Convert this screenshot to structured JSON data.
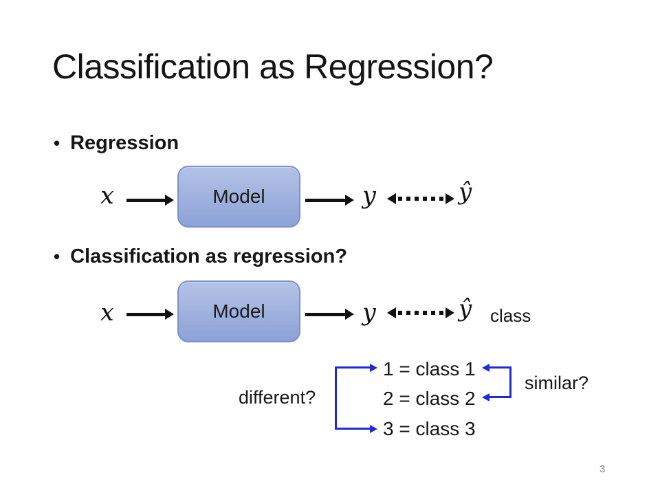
{
  "slide": {
    "title": "Classification as Regression?",
    "page_number": "3"
  },
  "bullets": {
    "marker": "•",
    "item1": "Regression",
    "item2": "Classification as regression?"
  },
  "pipeline1": {
    "input": "x",
    "model": "Model",
    "output": "y",
    "prediction": "ŷ"
  },
  "pipeline2": {
    "input": "x",
    "model": "Model",
    "output": "y",
    "prediction": "ŷ",
    "annotation": "class"
  },
  "mapping": {
    "left_question": "different?",
    "right_question": "similar?",
    "rows": [
      "1 = class 1",
      "2 = class 2",
      "3 = class 3"
    ]
  },
  "colors": {
    "box_gradient_top": "#b4c2e7",
    "box_gradient_bottom": "#8ca2d6",
    "box_border": "#7b91cb",
    "bracket_blue": "#1e2ad8",
    "ink": "#111111",
    "page_number": "#8a8a8a"
  }
}
